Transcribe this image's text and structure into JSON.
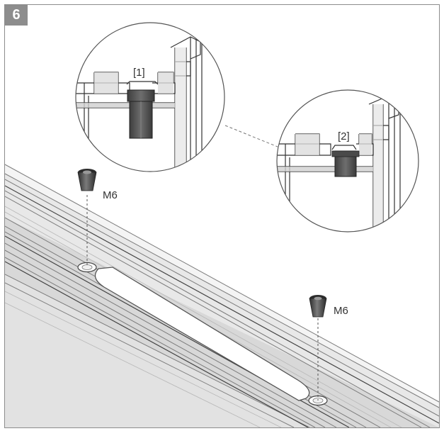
{
  "step_number": "6",
  "callouts": {
    "detail_1": "[1]",
    "detail_2": "[2]"
  },
  "screws": {
    "left_label": "M6",
    "right_label": "M6"
  },
  "colors": {
    "badge": "#8d8d8d",
    "frame": "#8c8c8c",
    "profile_light": "#e6e6e6",
    "profile_mid": "#cfcfcf",
    "profile_dark": "#9a9a9a",
    "nut": "#555555"
  }
}
